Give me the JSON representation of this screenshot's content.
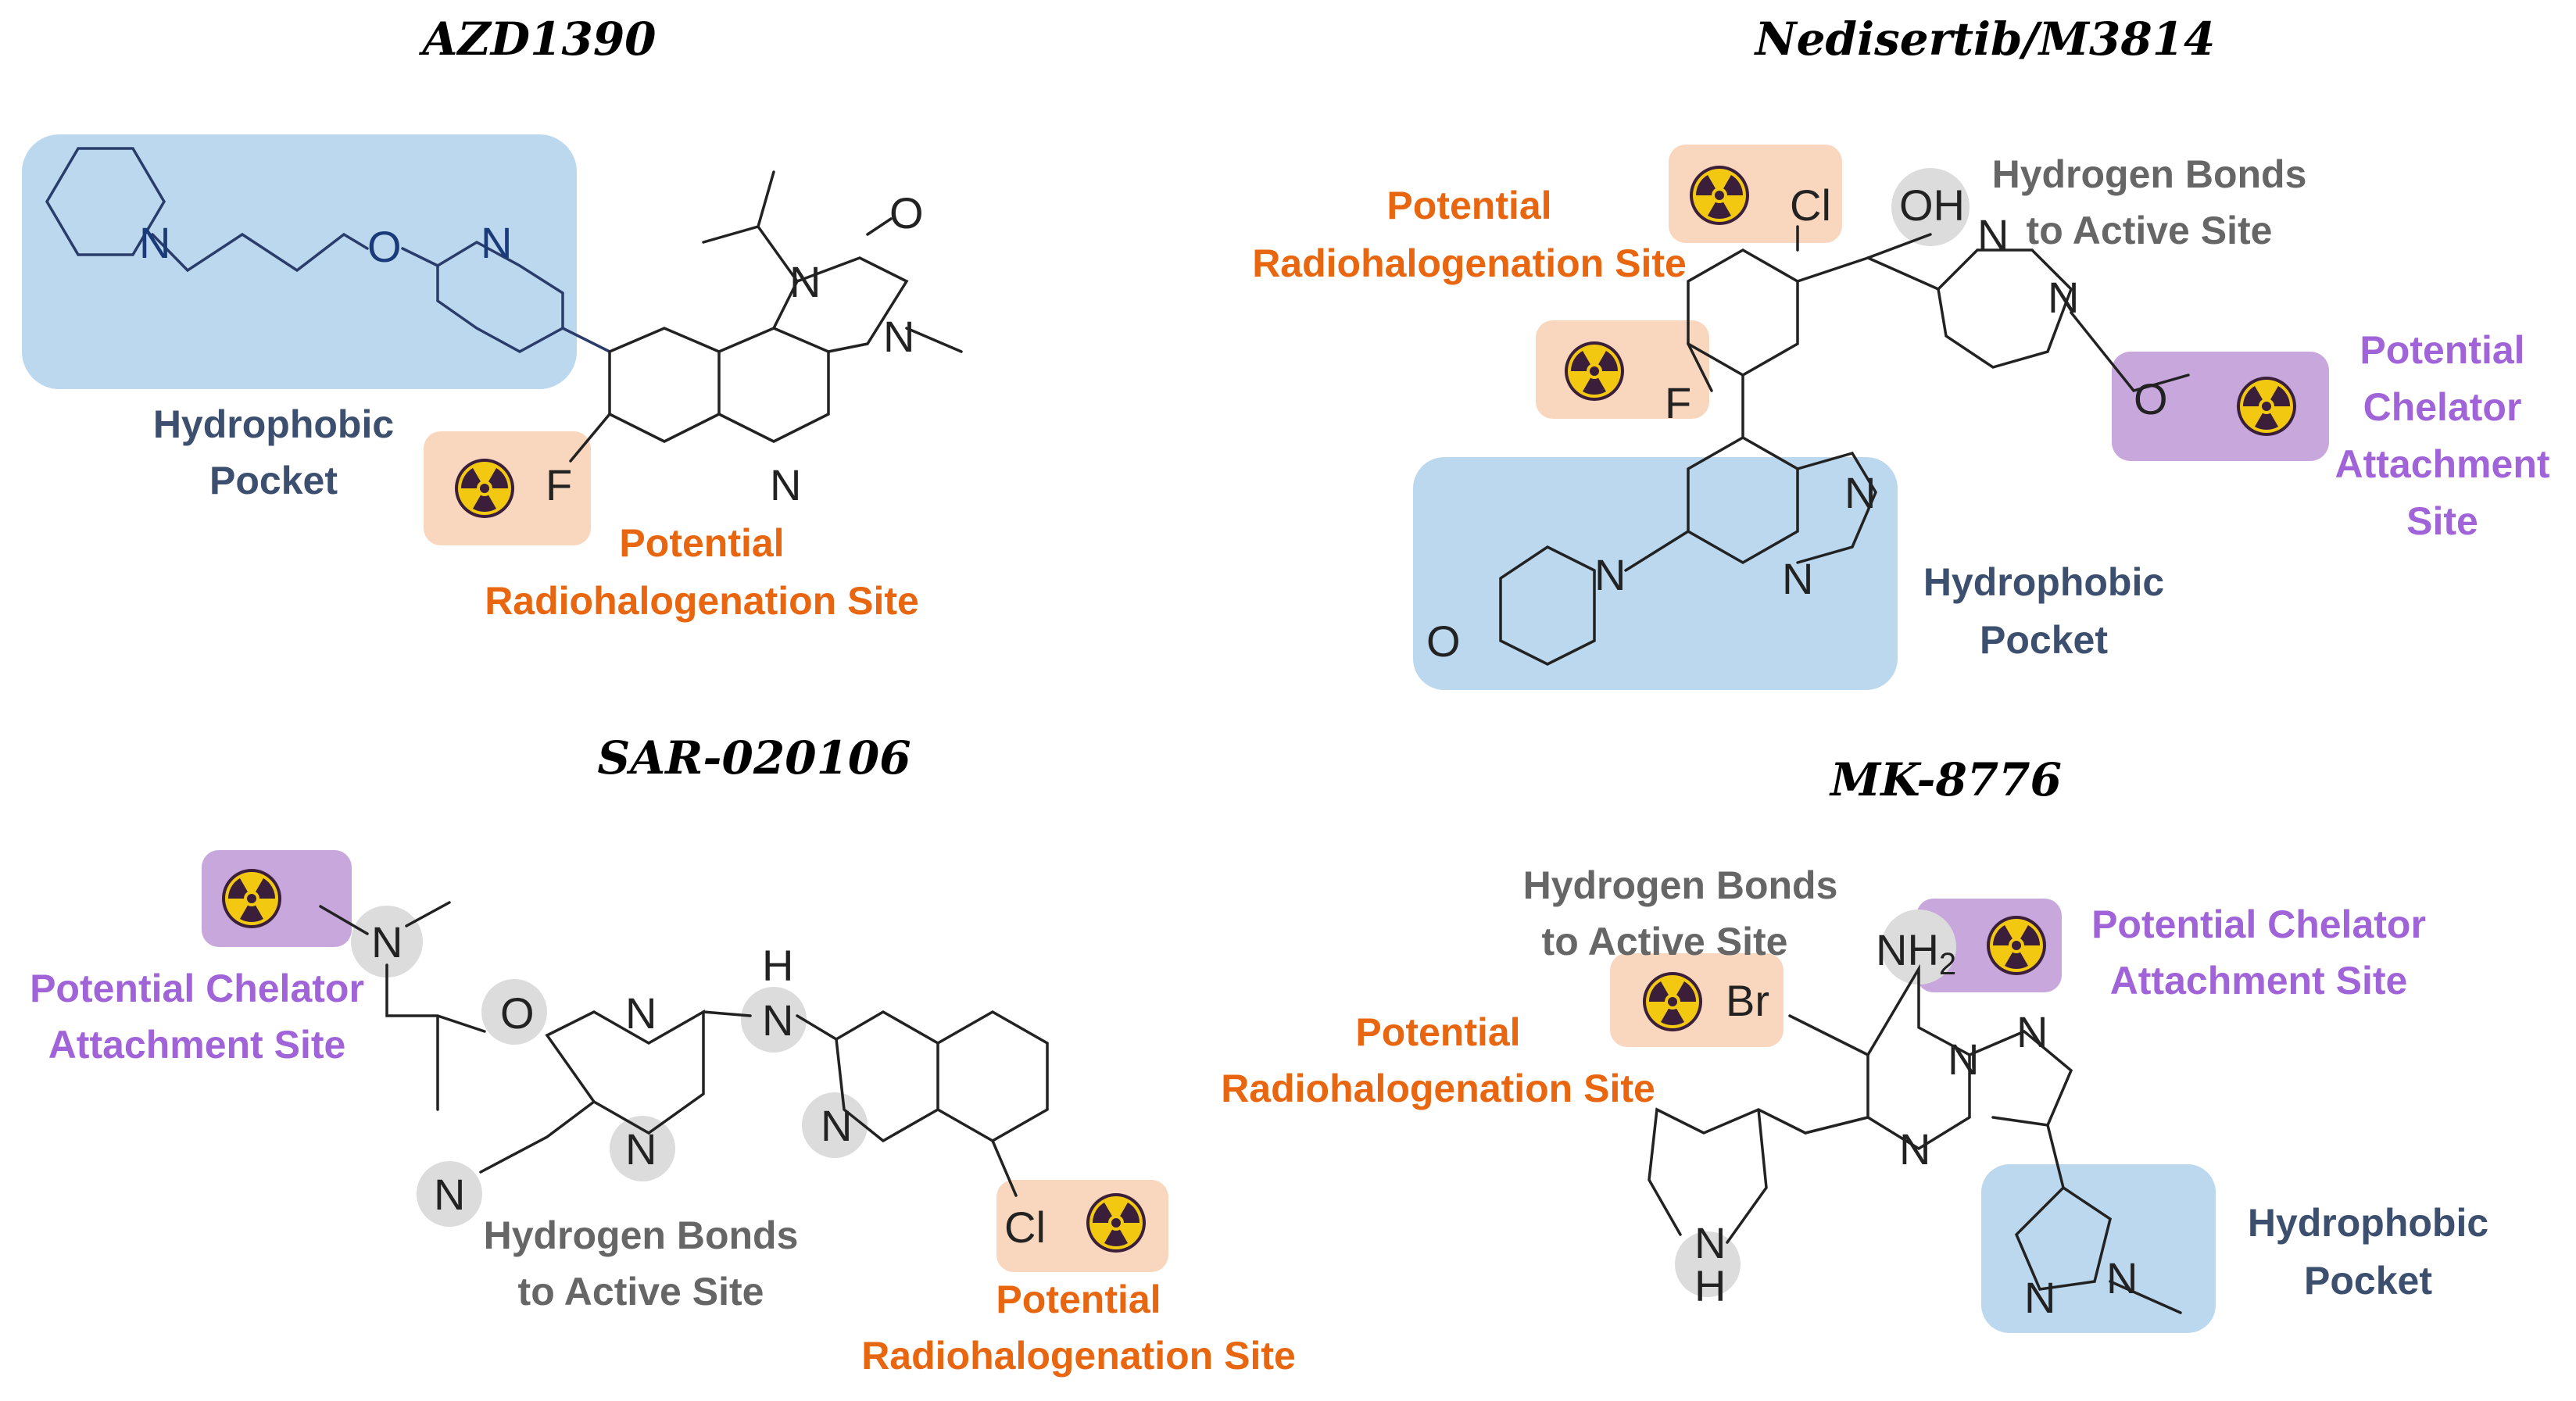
{
  "compounds": {
    "azd": {
      "name": "AZD1390",
      "hydrophobic_l1": "Hydrophobic",
      "hydrophobic_l2": "Pocket",
      "radio_l1": "Potential",
      "radio_l2": "Radiohalogenation Site",
      "atoms": {
        "n_pip": "N",
        "o": "O",
        "n_pyr": "N",
        "o_carbonyl": "O",
        "n1": "N",
        "n3": "N",
        "n_quin": "N",
        "f": "F"
      }
    },
    "ned": {
      "name": "Nedisertib/M3814",
      "radio_l1": "Potential",
      "radio_l2": "Radiohalogenation Site",
      "hbond_l1": "Hydrogen Bonds",
      "hbond_l2": "to Active Site",
      "chelator_l1": "Potential",
      "chelator_l2": "Chelator",
      "chelator_l3": "Attachment",
      "chelator_l4": "Site",
      "hydrophobic_l1": "Hydrophobic",
      "hydrophobic_l2": "Pocket",
      "atoms": {
        "cl": "Cl",
        "oh": "OH",
        "f": "F",
        "n_a": "N",
        "n_b": "N",
        "o_me": "O",
        "n_q1": "N",
        "n_q2": "N",
        "n_morph": "N",
        "o_morph": "O"
      }
    },
    "sar": {
      "name": "SAR-020106",
      "chelator_l1": "Potential Chelator",
      "chelator_l2": "Attachment Site",
      "hbond_l1": "Hydrogen Bonds",
      "hbond_l2": "to Active Site",
      "radio_l1": "Potential",
      "radio_l2": "Radiohalogenation Site",
      "atoms": {
        "n_amine": "N",
        "o": "O",
        "n_pz1": "N",
        "n_pz2": "N",
        "nh_h": "H",
        "nh_n": "N",
        "n_iq": "N",
        "n_nitrile": "N",
        "cl": "Cl"
      }
    },
    "mk": {
      "name": "MK-8776",
      "hbond_l1": "Hydrogen Bonds",
      "hbond_l2": "to Active Site",
      "chelator_l1": "Potential Chelator",
      "chelator_l2": "Attachment Site",
      "radio_l1": "Potential",
      "radio_l2": "Radiohalogenation Site",
      "hydrophobic_l1": "Hydrophobic",
      "hydrophobic_l2": "Pocket",
      "atoms": {
        "nh2": "NH",
        "nh2_sub": "2",
        "br": "Br",
        "n_br": "N",
        "n_pz": "N",
        "n_pyr": "N",
        "n_pip": "N",
        "h_pip": "H",
        "n_pyz1": "N",
        "n_pyz2": "N"
      }
    }
  },
  "colors": {
    "hydrophobic_box": "#bcd8ef",
    "hydrophobic_text": "#3c4f6e",
    "radio_box": "#f9d7bf",
    "radio_text": "#e8660f",
    "chelator_box": "#c8a8dc",
    "chelator_text": "#a064d8",
    "hbond_circle": "#dcdcdc",
    "hbond_text": "#666666",
    "radiation_yellow": "#f2c811",
    "radiation_dark": "#3b1f3a"
  },
  "icons": [
    "radiation-icon"
  ]
}
